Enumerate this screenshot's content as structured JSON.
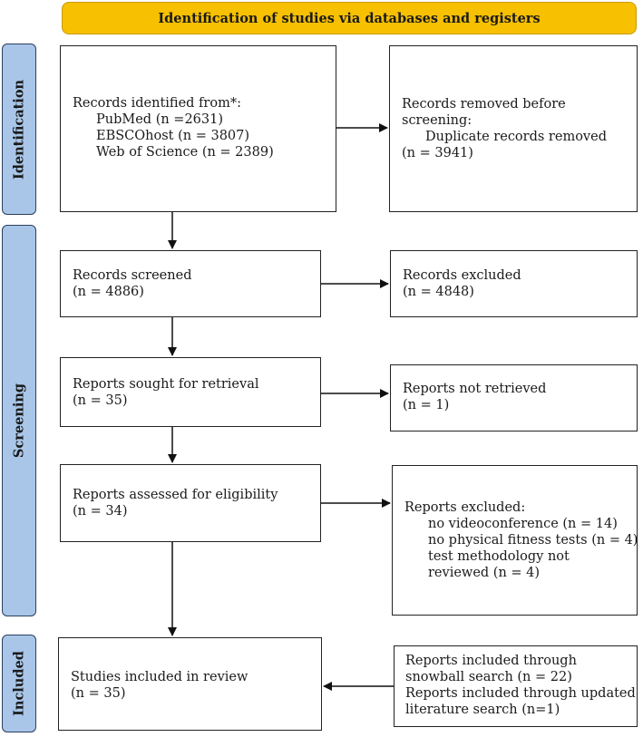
{
  "header": {
    "title": "Identification of studies via databases and registers"
  },
  "phases": {
    "identification": "Identification",
    "screening": "Screening",
    "included": "Included"
  },
  "boxes": {
    "records_identified": {
      "line1": "Records identified from*:",
      "line2": "PubMed (n =2631)",
      "line3": "EBSCOhost (n = 3807)",
      "line4": "Web of Science (n = 2389)"
    },
    "records_removed": {
      "line1": "Records removed before",
      "line2": "screening:",
      "line3": "Duplicate records removed",
      "line4": "(n = 3941)"
    },
    "records_screened": {
      "line1": "Records screened",
      "line2": "(n = 4886)"
    },
    "records_excluded": {
      "line1": "Records excluded",
      "line2": "(n = 4848)"
    },
    "reports_sought": {
      "line1": "Reports sought for retrieval",
      "line2": "(n = 35)"
    },
    "reports_not_retrieved": {
      "line1": "Reports not retrieved",
      "line2": "(n = 1)"
    },
    "reports_assessed": {
      "line1": "Reports assessed for eligibility",
      "line2": "(n = 34)"
    },
    "reports_excluded": {
      "line1": "Reports excluded:",
      "line2": "no videoconference (n = 14)",
      "line3": "no physical fitness tests (n = 4)",
      "line4": "test methodology not",
      "line5": "reviewed (n = 4)"
    },
    "studies_included": {
      "line1": "Studies included in review",
      "line2": "(n = 35)"
    },
    "reports_snowball": {
      "line1": "Reports included through",
      "line2": "snowball search (n = 22)",
      "line3": "Reports included through updated",
      "line4": "literature search (n=1)"
    }
  }
}
